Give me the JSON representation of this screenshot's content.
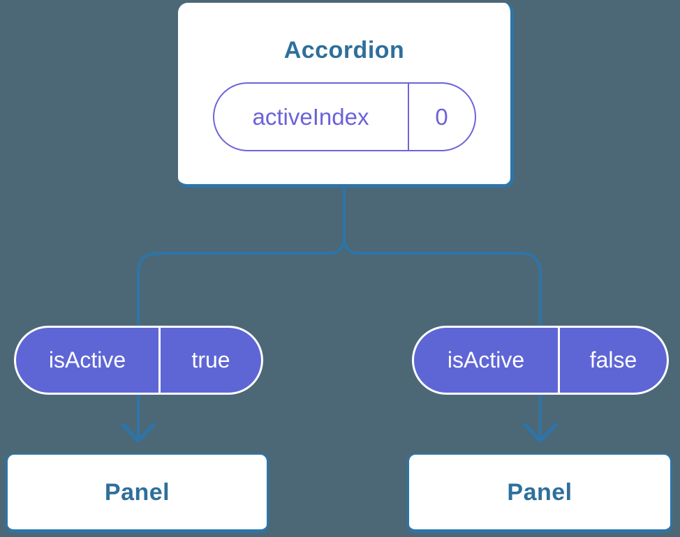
{
  "diagram": {
    "description": "React component tree showing state passed down as props",
    "root": {
      "title": "Accordion",
      "state": {
        "name": "activeIndex",
        "value": "0"
      }
    },
    "children": [
      {
        "prop": {
          "name": "isActive",
          "value": "true"
        },
        "title": "Panel"
      },
      {
        "prop": {
          "name": "isActive",
          "value": "false"
        },
        "title": "Panel"
      }
    ],
    "colors": {
      "background": "#4C6876",
      "connector_blue": "#2E74A8",
      "node_text_blue": "#2E6F9B",
      "pill_fill_purple": "#5E66D6",
      "pill_border_purple": "#6C63DC",
      "pill_text_purple": "#6B62DA",
      "card_white": "#FFFFFF"
    }
  }
}
